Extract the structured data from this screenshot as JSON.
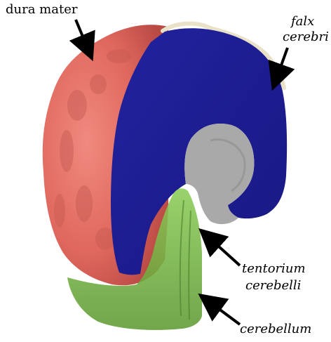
{
  "labels": {
    "dura_mater": "dura mater",
    "falx_line1": "falx",
    "falx_line2": "cerebri",
    "tentorium_line1": "tentorium",
    "tentorium_line2": "cerebelli",
    "cerebellum": "cerebellum"
  },
  "colors": {
    "dura": "#e8766c",
    "falx": "#1c1c96",
    "tentorium": "#a9a9a9",
    "cerebellum": "#7bbf45",
    "background": "#ffffff"
  }
}
